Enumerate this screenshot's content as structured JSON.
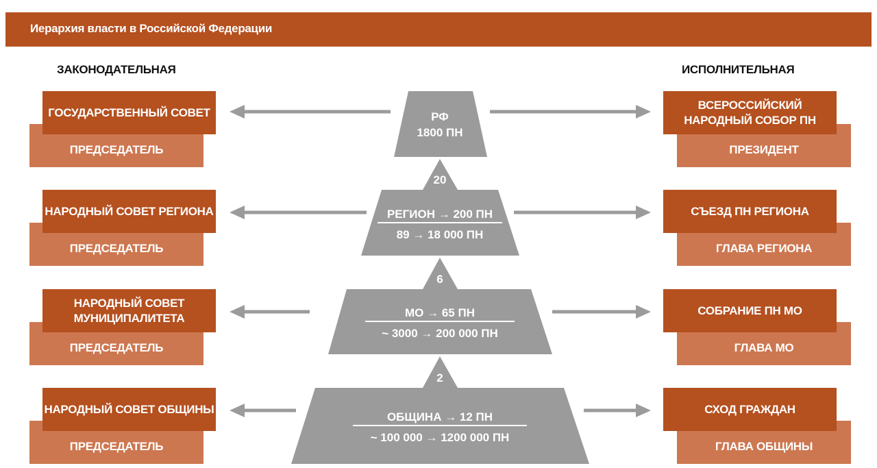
{
  "header": {
    "title": "Иерархия власти в Российской Федерации"
  },
  "columns": {
    "left": "ЗАКОНОДАТЕЛЬНАЯ",
    "right": "ИСПОЛНИТЕЛЬНАЯ"
  },
  "rows": [
    {
      "legislative": "ГОСУДАРСТВЕННЫЙ СОВЕТ",
      "legislative_head": "ПРЕДСЕДАТЕЛЬ",
      "executive": "ВСЕРОССИЙСКИЙ НАРОДНЫЙ СОБОР ПН",
      "executive_head": "ПРЕЗИДЕНТ",
      "level_line1": "РФ",
      "level_line2": "1800 ПН"
    },
    {
      "legislative": "НАРОДНЫЙ СОВЕТ РЕГИОНА",
      "legislative_head": "ПРЕДСЕДАТЕЛЬ",
      "executive": "СЪЕЗД ПН РЕГИОНА",
      "executive_head": "ГЛАВА РЕГИОНА",
      "delegates_up": "20",
      "level_line1": "РЕГИОН → 200 ПН",
      "level_line2": "89 → 18 000 ПН"
    },
    {
      "legislative": "НАРОДНЫЙ СОВЕТ МУНИЦИПАЛИТЕТА",
      "legislative_head": "ПРЕДСЕДАТЕЛЬ",
      "executive": "СОБРАНИЕ ПН МО",
      "executive_head": "ГЛАВА МО",
      "delegates_up": "6",
      "level_line1": "МО → 65 ПН",
      "level_line2": "~ 3000 → 200 000 ПН"
    },
    {
      "legislative": "НАРОДНЫЙ СОВЕТ ОБЩИНЫ",
      "legislative_head": "ПРЕДСЕДАТЕЛЬ",
      "executive": "СХОД ГРАЖДАН",
      "executive_head": "ГЛАВА ОБЩИНЫ",
      "delegates_up": "2",
      "level_line1": "ОБЩИНА → 12 ПН",
      "level_line2": "~ 100 000 → 1200 000 ПН"
    }
  ],
  "colors": {
    "dark": "#b5501f",
    "light": "#cd7750",
    "pyramid": "#9b9b9c"
  }
}
